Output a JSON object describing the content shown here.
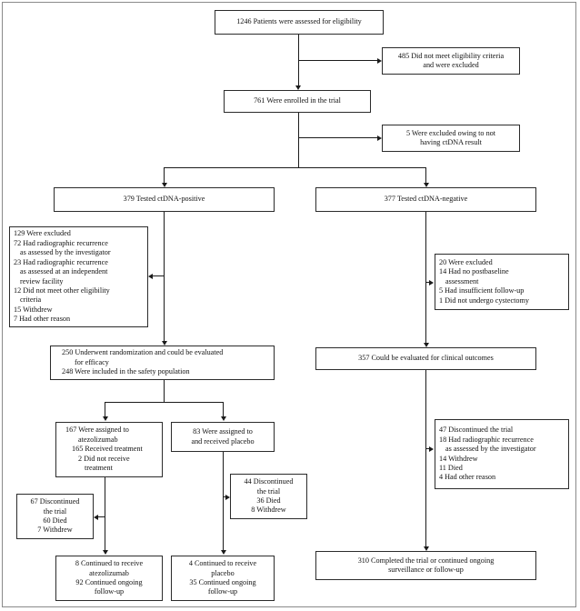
{
  "figure": {
    "type": "consort-flow-diagram",
    "title": "Patient enrollment, ctDNA testing, randomization, and follow-up flow"
  },
  "nodes": {
    "assessed": {
      "lines": [
        "1246 Patients were assessed for eligibility"
      ]
    },
    "not_eligible": {
      "lines": [
        "485 Did not meet eligibility criteria",
        "and were excluded"
      ]
    },
    "enrolled": {
      "lines": [
        "761 Were enrolled in the trial"
      ]
    },
    "no_ctdna": {
      "lines": [
        "5 Were excluded owing to not",
        "having ctDNA result"
      ]
    },
    "ctdna_positive": {
      "lines": [
        "379 Tested ctDNA-positive"
      ]
    },
    "ctdna_negative": {
      "lines": [
        "377 Tested ctDNA-negative"
      ]
    },
    "pos_excluded": {
      "lines": [
        "129 Were excluded",
        "72 Had radiographic recurrence",
        "as assessed by the investigator",
        "23 Had radiographic recurrence",
        "as assessed at an independent",
        "review facility",
        "12 Did not meet other eligibility",
        "criteria",
        "15 Withdrew",
        "7 Had other reason"
      ]
    },
    "neg_excluded": {
      "lines": [
        "20 Were excluded",
        "14 Had no postbaseline",
        "assessment",
        "5 Had insufficient follow-up",
        "1 Did not undergo cystectomy"
      ]
    },
    "randomized": {
      "lines": [
        "250 Underwent randomization and could be evaluated",
        "for efficacy",
        "248 Were included in the safety population"
      ]
    },
    "neg_evaluated": {
      "lines": [
        "357 Could be evaluated for clinical outcomes"
      ]
    },
    "atezolizumab_assigned": {
      "lines": [
        "167 Were assigned to",
        "atezolizumab",
        "165 Received treatment",
        "2 Did not receive",
        "treatment"
      ]
    },
    "placebo_assigned": {
      "lines": [
        "83 Were assigned to",
        "and received placebo"
      ]
    },
    "neg_discontinued": {
      "lines": [
        "47 Discontinued the trial",
        "18 Had radiographic recurrence",
        "as assessed by the investigator",
        "14 Withdrew",
        "11 Died",
        "4 Had other reason"
      ]
    },
    "placebo_discontinued": {
      "lines": [
        "44 Discontinued",
        "the trial",
        "36 Died",
        "8 Withdrew"
      ]
    },
    "atezolizumab_discontinued": {
      "lines": [
        "67 Discontinued",
        "the trial",
        "60 Died",
        "7 Withdrew"
      ]
    },
    "atezolizumab_continued": {
      "lines": [
        "8 Continued to receive",
        "atezolizumab",
        "92 Continued ongoing",
        "follow-up"
      ]
    },
    "placebo_continued": {
      "lines": [
        "4 Continued to receive",
        "placebo",
        "35 Continued ongoing",
        "follow-up"
      ]
    },
    "neg_completed": {
      "lines": [
        "310 Completed the trial or continued ongoing",
        "surveillance or follow-up"
      ]
    }
  },
  "colors": {
    "border": "#2b2b2b",
    "connector": "#1b1b1b",
    "frame": "#8a8a8a",
    "text": "#111111",
    "background": "#ffffff"
  }
}
